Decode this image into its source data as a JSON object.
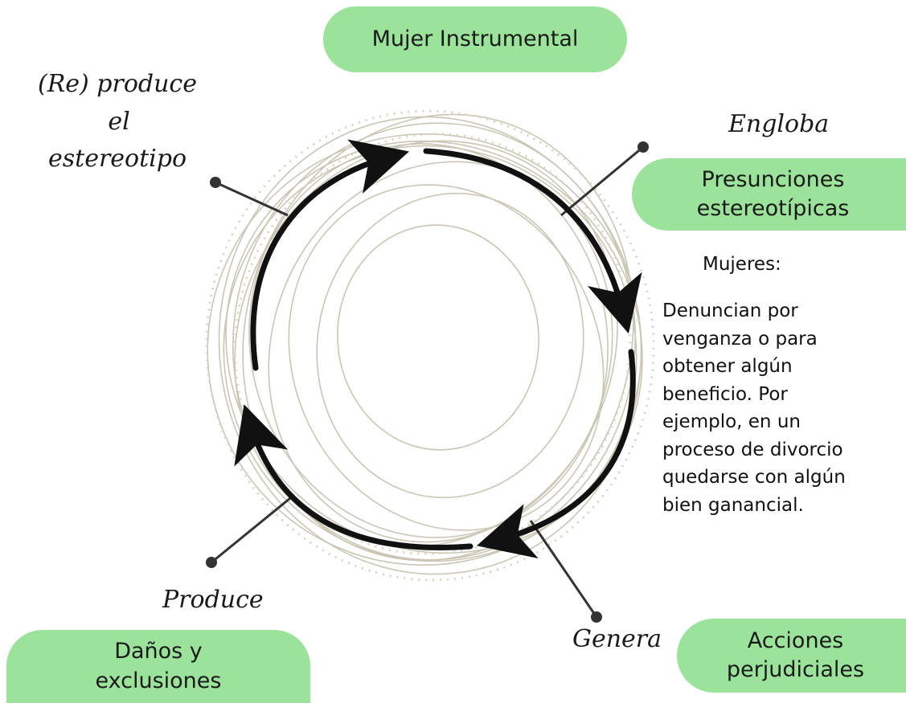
{
  "top_node": {
    "label": "Mujer Instrumental"
  },
  "right_node": {
    "line1": "Presunciones",
    "line2": "estereotípicas"
  },
  "bottom_right_node": {
    "line1": "Acciones",
    "line2": "perjudiciales"
  },
  "bottom_left_node": {
    "line1": "Daños y",
    "line2": "exclusiones"
  },
  "edge_labels": {
    "engloba": "Engloba",
    "genera": "Genera",
    "produce": "Produce",
    "reproduce": {
      "line1": "(Re) produce",
      "line2": "el",
      "line3": "estereotipo"
    }
  },
  "description": {
    "heading": "Mujeres:",
    "lines": [
      "Denuncian por",
      "venganza o para",
      "obtener algún",
      "beneficio. Por",
      "ejemplo, en un",
      "proceso de divorcio",
      "quedarse con algún",
      "bien ganancial."
    ]
  },
  "colors": {
    "pill": "#9be29b",
    "arrow": "#111111",
    "sketch": "#cbc5b4",
    "connector": "#333333"
  },
  "icons": [
    "cycle-arrow-icon",
    "connector-dot-icon"
  ]
}
